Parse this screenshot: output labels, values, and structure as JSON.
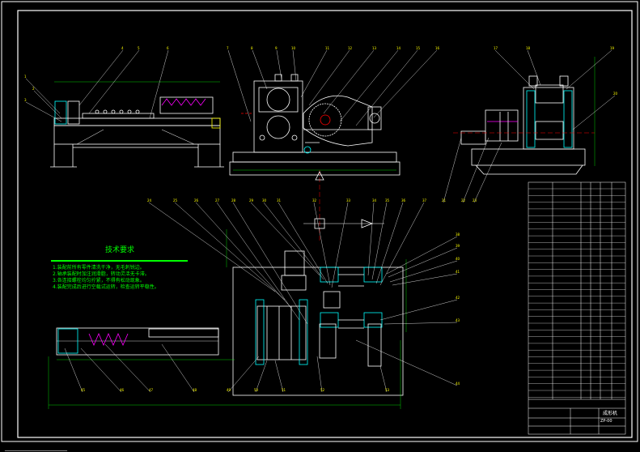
{
  "colors": {
    "background": "#000000",
    "frame": "#ffffff",
    "part": "#ffffff",
    "dimension": "#00ff00",
    "leader": "#ffffff",
    "balloon_text": "#ffff00",
    "hatch": "#00ffff",
    "centerline": "#ff0000",
    "note_text": "#00ff00"
  },
  "tech_requirements": {
    "title": "技术要求",
    "lines": [
      "1.装配前所有零件清洗干净，无毛刺锐边。",
      "2.轴承装配时加注润滑脂，转动灵活无卡滞。",
      "3.各连接螺栓均匀拧紧，不得有松动现象。",
      "4.装配完成后进行空载试运转，检查运转平稳性。"
    ]
  },
  "balloons_top": [
    "1",
    "2",
    "3",
    "4",
    "5",
    "6",
    "7",
    "8",
    "9",
    "10",
    "11",
    "12",
    "13",
    "14",
    "15",
    "16",
    "17",
    "18",
    "19",
    "20",
    "21",
    "22",
    "23"
  ],
  "balloons_bottom": [
    "24",
    "25",
    "26",
    "27",
    "28",
    "29",
    "30",
    "31",
    "32",
    "33",
    "34",
    "35",
    "36",
    "37",
    "38",
    "39",
    "40",
    "41",
    "42",
    "43",
    "44",
    "45",
    "46",
    "47",
    "48",
    "49",
    "50",
    "51",
    "52",
    "53"
  ],
  "title_block": {
    "drawing_name": "成形机",
    "drawing_no": "ZP-00"
  },
  "bottom_left_text": "______________________"
}
